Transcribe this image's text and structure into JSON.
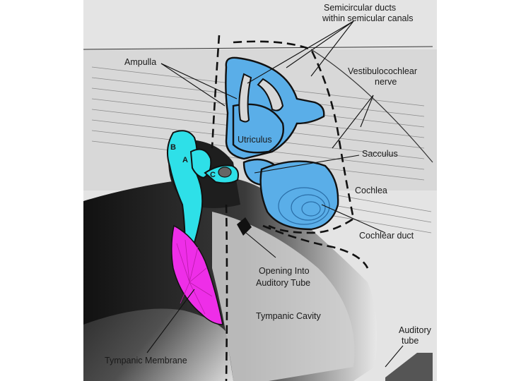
{
  "labels": {
    "semicircular_ducts_line1": "Semicircular ducts",
    "semicircular_ducts_line2": "within semicular canals",
    "ampulla": "Ampulla",
    "vestibulocochlear_line1": "Vestibulocochlear",
    "vestibulocochlear_line2": "nerve",
    "utriculus": "Utriculus",
    "sacculus": "Sacculus",
    "cochlea": "Cochlea",
    "cochlear_duct": "Cochlear duct",
    "opening_line1": "Opening Into",
    "opening_line2": "Auditory Tube",
    "tympanic_cavity": "Tympanic Cavity",
    "auditory_tube_line1": "Auditory",
    "auditory_tube_line2": "tube",
    "tympanic_membrane": "Tympanic Membrane",
    "ossicle_a": "A",
    "ossicle_b": "B",
    "ossicle_c": "C"
  },
  "colors": {
    "inner_ear": "#5aaee8",
    "ossicles": "#2ee0e8",
    "tympanic_membrane": "#ee2ee8",
    "cavity_dark": "#2a2a2a",
    "bone": "#dcdcdc",
    "background": "#ffffff"
  }
}
